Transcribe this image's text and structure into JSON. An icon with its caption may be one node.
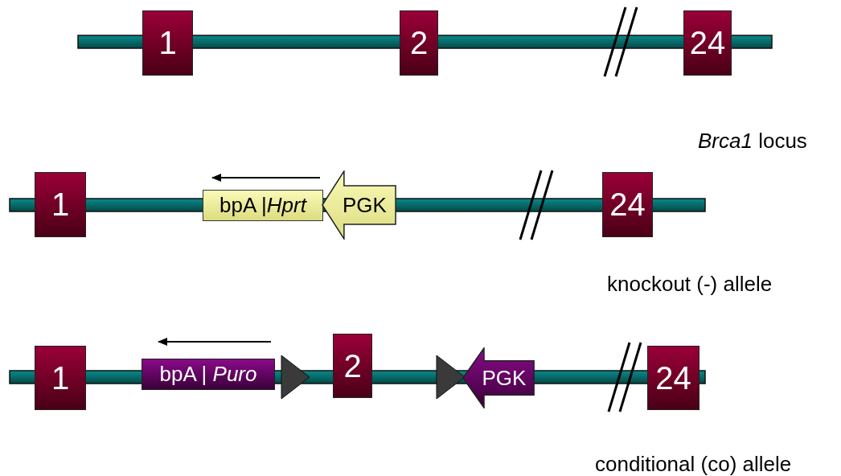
{
  "diagram": {
    "nodes": [
      {
        "text": [
          "1"
        ]
      },
      {
        "text": [
          "2"
        ]
      },
      {
        "text": [
          "24"
        ]
      },
      {
        "text": [
          "1"
        ]
      },
      {
        "text": [
          "bpA |*Hprt*"
        ]
      },
      {
        "text": [
          "PGK"
        ]
      },
      {
        "text": [
          "24"
        ]
      },
      {
        "text": [
          "1"
        ]
      },
      {
        "text": [
          "bpA | *Puro*"
        ]
      },
      {
        "text": [
          "2"
        ]
      },
      {
        "text": [
          "PGK"
        ]
      },
      {
        "text": [
          "24"
        ]
      }
    ],
    "edges": [],
    "labels": [
      "*Brca1* locus",
      "knockout (-) allele",
      "conditional (co) allele"
    ]
  }
}
